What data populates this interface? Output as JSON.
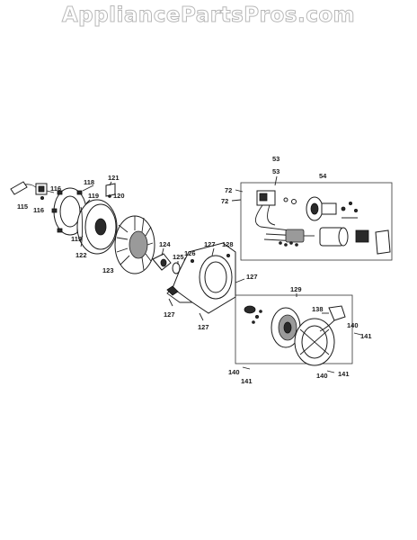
{
  "watermark": "AppliancePartsPros.com",
  "labels": {
    "p115": "115",
    "p116a": "116",
    "p116b": "116",
    "p118": "118",
    "p119a": "119",
    "p119b": "119",
    "p120": "120",
    "p121": "121",
    "p122": "122",
    "p123": "123",
    "p124": "124",
    "p125": "125",
    "p126": "126",
    "p127a": "127",
    "p127b": "127",
    "p127c": "127",
    "p127d": "127",
    "p128": "128",
    "p129": "129",
    "p138": "138",
    "p140a": "140",
    "p140b": "140",
    "p140c": "140",
    "p141a": "141",
    "p141b": "141",
    "p141c": "141",
    "p53a": "53",
    "p53b": "53",
    "p54": "54",
    "p72a": "72",
    "p72b": "72"
  },
  "colors": {
    "line": "#222222",
    "watermark_outline": "#b8b8b8",
    "background": "#ffffff"
  }
}
